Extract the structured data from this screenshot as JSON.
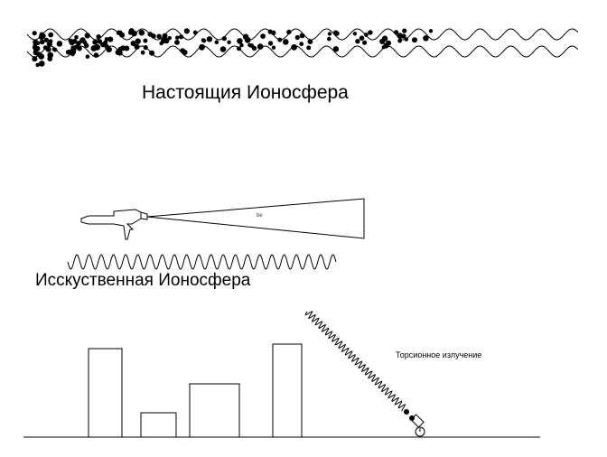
{
  "labels": {
    "real_ionosphere": "Настоящия Ионосфера",
    "artificial_ionosphere": "Исскуственная Ионосфера",
    "torsion_radiation": "Торсионное излучение",
    "beam_mark": "be"
  },
  "colors": {
    "stroke": "#000000",
    "background": "#ffffff"
  },
  "icons": [
    "wave-band",
    "particle-dots",
    "ray-gun",
    "beam-cone",
    "torsion-spiral",
    "torsion-emitter",
    "building"
  ]
}
